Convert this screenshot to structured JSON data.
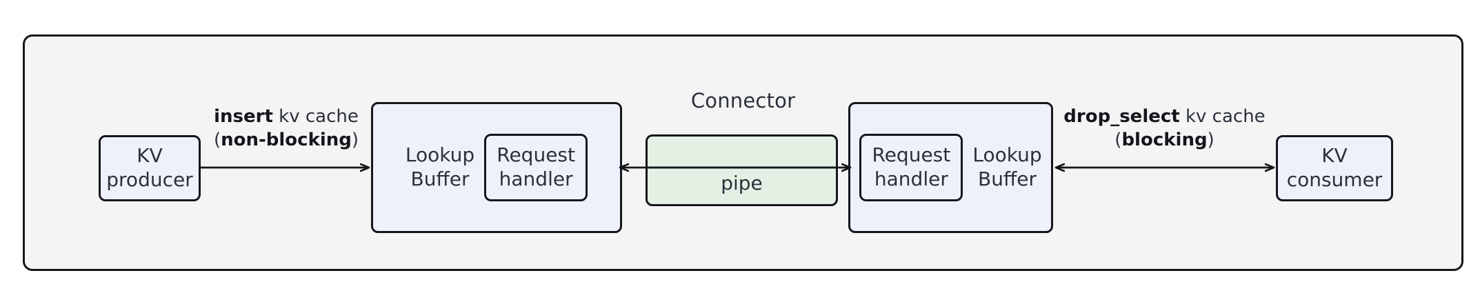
{
  "diagram": {
    "title": "Connector",
    "type": "block-flow",
    "colors": {
      "panel_fill": "#f4f4f4",
      "node_fill": "#eef1fb",
      "pipe_fill": "#e3f1e4",
      "stroke": "#14161c",
      "text": "#2b303b"
    }
  },
  "nodes": {
    "kv_producer": {
      "line1": "KV",
      "line2": "producer"
    },
    "kv_consumer": {
      "line1": "KV",
      "line2": "consumer"
    },
    "buffer_left": {
      "label_line1": "Lookup",
      "label_line2": "Buffer",
      "handler_line1": "Request",
      "handler_line2": "handler"
    },
    "buffer_right": {
      "label_line1": "Lookup",
      "label_line2": "Buffer",
      "handler_line1": "Request",
      "handler_line2": "handler"
    },
    "pipe": {
      "label": "pipe"
    }
  },
  "edges": {
    "insert": {
      "emphasis": "insert",
      "rest": " kv cache",
      "paren_open": "(",
      "mode": "non-blocking",
      "paren_close": ")",
      "direction": "right"
    },
    "drop_select": {
      "emphasis": "drop_select",
      "rest": " kv cache",
      "paren_open": "(",
      "mode": "blocking",
      "paren_close": ")",
      "direction": "bidirectional"
    },
    "pipe_left": {
      "direction": "left"
    },
    "pipe_right": {
      "direction": "right"
    }
  }
}
